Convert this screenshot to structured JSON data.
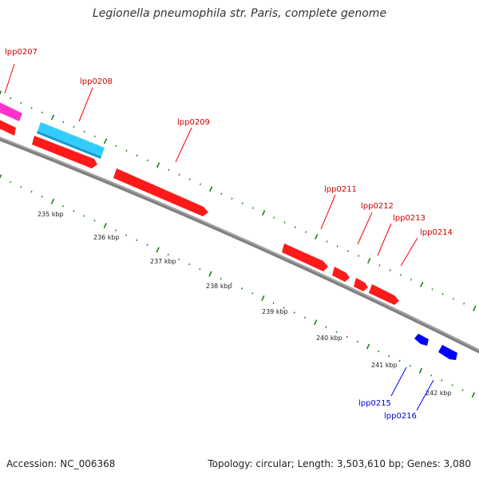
{
  "header": {
    "title": "Legionella pneumophila str. Paris, complete genome"
  },
  "footer": {
    "accession": "Accession: NC_006368",
    "summary": "Topology: circular; Length: 3,503,610 bp; Genes: 3,080"
  },
  "colors": {
    "backbone": "#808080",
    "gc_dots": "#1e7d1e",
    "forward_gene": "#ff0000",
    "forward_label": "#d00000",
    "reverse_gene": "#0000ff",
    "reverse_label": "#0000c8",
    "pink_feature": "#ff33cc",
    "cyan_feature": "#33ccff"
  },
  "scale_labels": [
    "235 kbp",
    "236 kbp",
    "237 kbp",
    "238 kbp",
    "239 kbp",
    "240 kbp",
    "241 kbp",
    "242 kbp"
  ],
  "genes": [
    {
      "label": "lpp0207",
      "strand": "+",
      "color": "pink"
    },
    {
      "label": "lpp0208",
      "strand": "+",
      "color": "cyan"
    },
    {
      "label": "lpp0209",
      "strand": "+",
      "color": "red"
    },
    {
      "label": "lpp0211",
      "strand": "+",
      "color": "red"
    },
    {
      "label": "lpp0212",
      "strand": "+",
      "color": "red"
    },
    {
      "label": "lpp0213",
      "strand": "+",
      "color": "red"
    },
    {
      "label": "lpp0214",
      "strand": "+",
      "color": "red"
    },
    {
      "label": "lpp0215",
      "strand": "-",
      "color": "blue"
    },
    {
      "label": "lpp0216",
      "strand": "-",
      "color": "blue"
    }
  ]
}
